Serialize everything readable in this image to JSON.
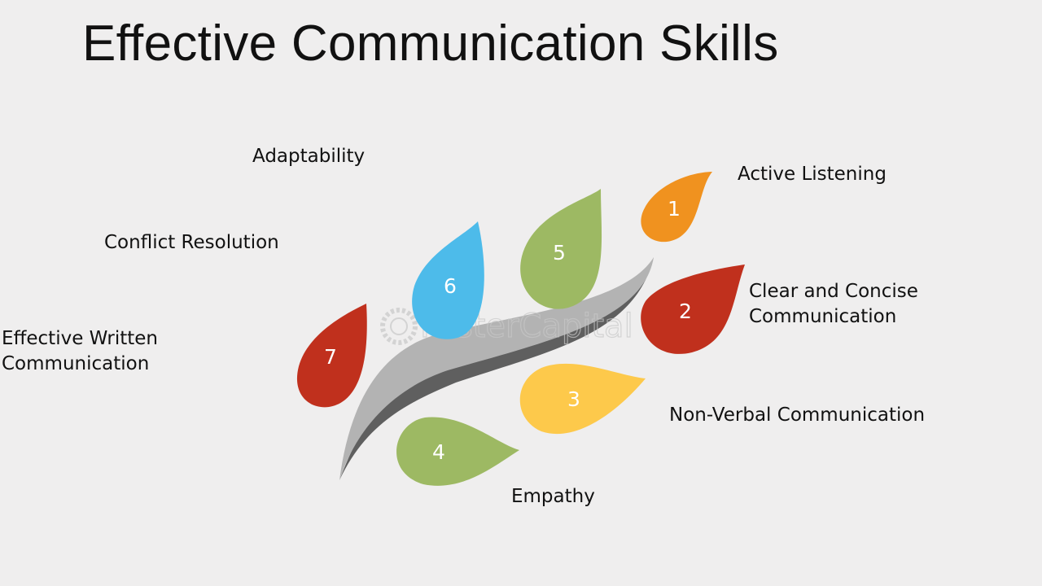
{
  "title": "Effective Communication Skills",
  "watermark": "FasterCapital",
  "skills": [
    {
      "number": "1",
      "label": "Active Listening",
      "color": "#f0921f"
    },
    {
      "number": "2",
      "label": "Clear and Concise\nCommunication",
      "color": "#c0301d"
    },
    {
      "number": "3",
      "label": "Non-Verbal Communication",
      "color": "#fdc94b"
    },
    {
      "number": "4",
      "label": "Empathy",
      "color": "#9db963"
    },
    {
      "number": "5",
      "label": "Adaptability",
      "color": "#9db963"
    },
    {
      "number": "6",
      "label": "Conflict Resolution",
      "color": "#4dbbea"
    },
    {
      "number": "7",
      "label": "Effective Written\nCommunication",
      "color": "#c0301d"
    }
  ]
}
